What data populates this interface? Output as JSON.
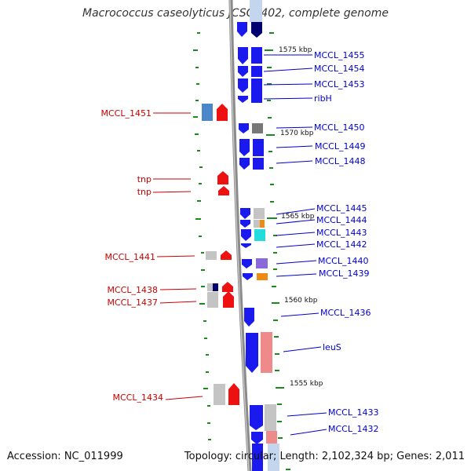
{
  "title": "Macrococcus caseolyticus JCSC5402, complete genome",
  "footer": {
    "accession": "Accession: NC_011999",
    "topology": "Topology: circular; Length: 2,102,324 bp; Genes: 2,011"
  },
  "colors": {
    "backbone": "#8a8a8a",
    "tick": "#1a8a1a",
    "forward_label": "#0000cc",
    "reverse_label": "#cc0000",
    "gene_blue": "#1a1aee",
    "gene_red": "#ee1111",
    "gene_gray": "#c4c4c4",
    "gene_steel": "#4a86c8",
    "gene_navy": "#00006e",
    "gene_cyan": "#22dddd",
    "gene_orange": "#ee8a11",
    "gene_violet": "#8a6adb",
    "gene_pink": "#ee8a8a"
  },
  "scale_labels": [
    "1575 kbp",
    "1570 kbp",
    "1565 kbp",
    "1560 kbp",
    "1555 kbp"
  ],
  "forward_genes": [
    "MCCL_1455",
    "MCCL_1454",
    "MCCL_1453",
    "ribH",
    "MCCL_1450",
    "MCCL_1449",
    "MCCL_1448",
    "MCCL_1445",
    "MCCL_1444",
    "MCCL_1443",
    "MCCL_1442",
    "MCCL_1440",
    "MCCL_1439",
    "MCCL_1436",
    "leuS",
    "MCCL_1433",
    "MCCL_1432"
  ],
  "reverse_genes": [
    "MCCL_1451",
    "tnp",
    "tnp",
    "MCCL_1441",
    "MCCL_1438",
    "MCCL_1437",
    "MCCL_1434"
  ]
}
